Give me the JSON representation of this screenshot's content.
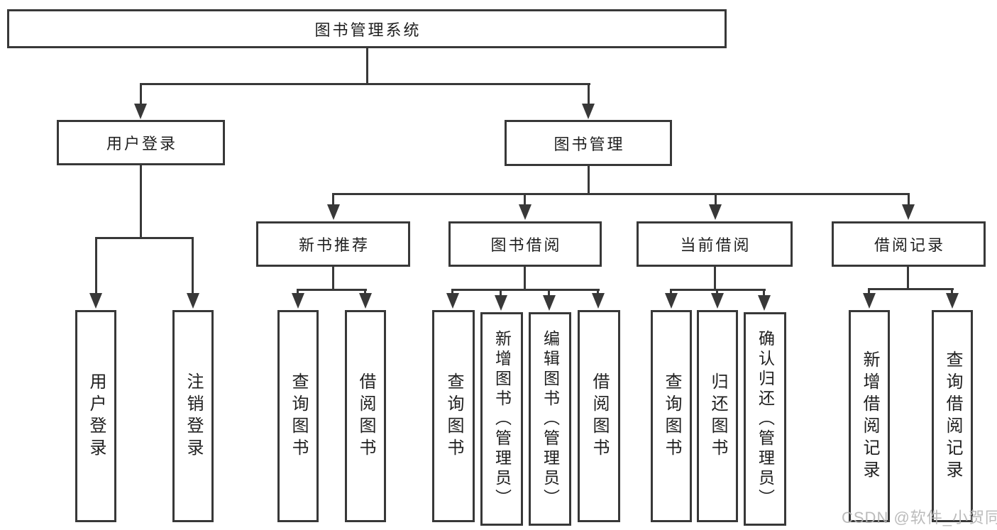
{
  "diagram_title": "图书管理系统",
  "tree": {
    "label": "图书管理系统",
    "children": [
      {
        "label": "用户登录",
        "children": [
          {
            "label": "用户登录"
          },
          {
            "label": "注销登录"
          }
        ]
      },
      {
        "label": "图书管理",
        "children": [
          {
            "label": "新书推荐",
            "children": [
              {
                "label": "查询图书"
              },
              {
                "label": "借阅图书"
              }
            ]
          },
          {
            "label": "图书借阅",
            "children": [
              {
                "label": "查询图书"
              },
              {
                "label": "新增图书（管理员）"
              },
              {
                "label": "编辑图书（管理员）"
              },
              {
                "label": "借阅图书"
              }
            ]
          },
          {
            "label": "当前借阅",
            "children": [
              {
                "label": "查询图书"
              },
              {
                "label": "归还图书"
              },
              {
                "label": "确认归还（管理员）"
              }
            ]
          },
          {
            "label": "借阅记录",
            "children": [
              {
                "label": "新增借阅记录"
              },
              {
                "label": "查询借阅记录"
              }
            ]
          }
        ]
      }
    ]
  },
  "watermark": {
    "text": "CSDN @软件_小贺同学"
  },
  "colors": {
    "line": "#383838",
    "text": "#1f1f1f",
    "background": "#ffffff",
    "watermark": "#b4b4b4"
  }
}
